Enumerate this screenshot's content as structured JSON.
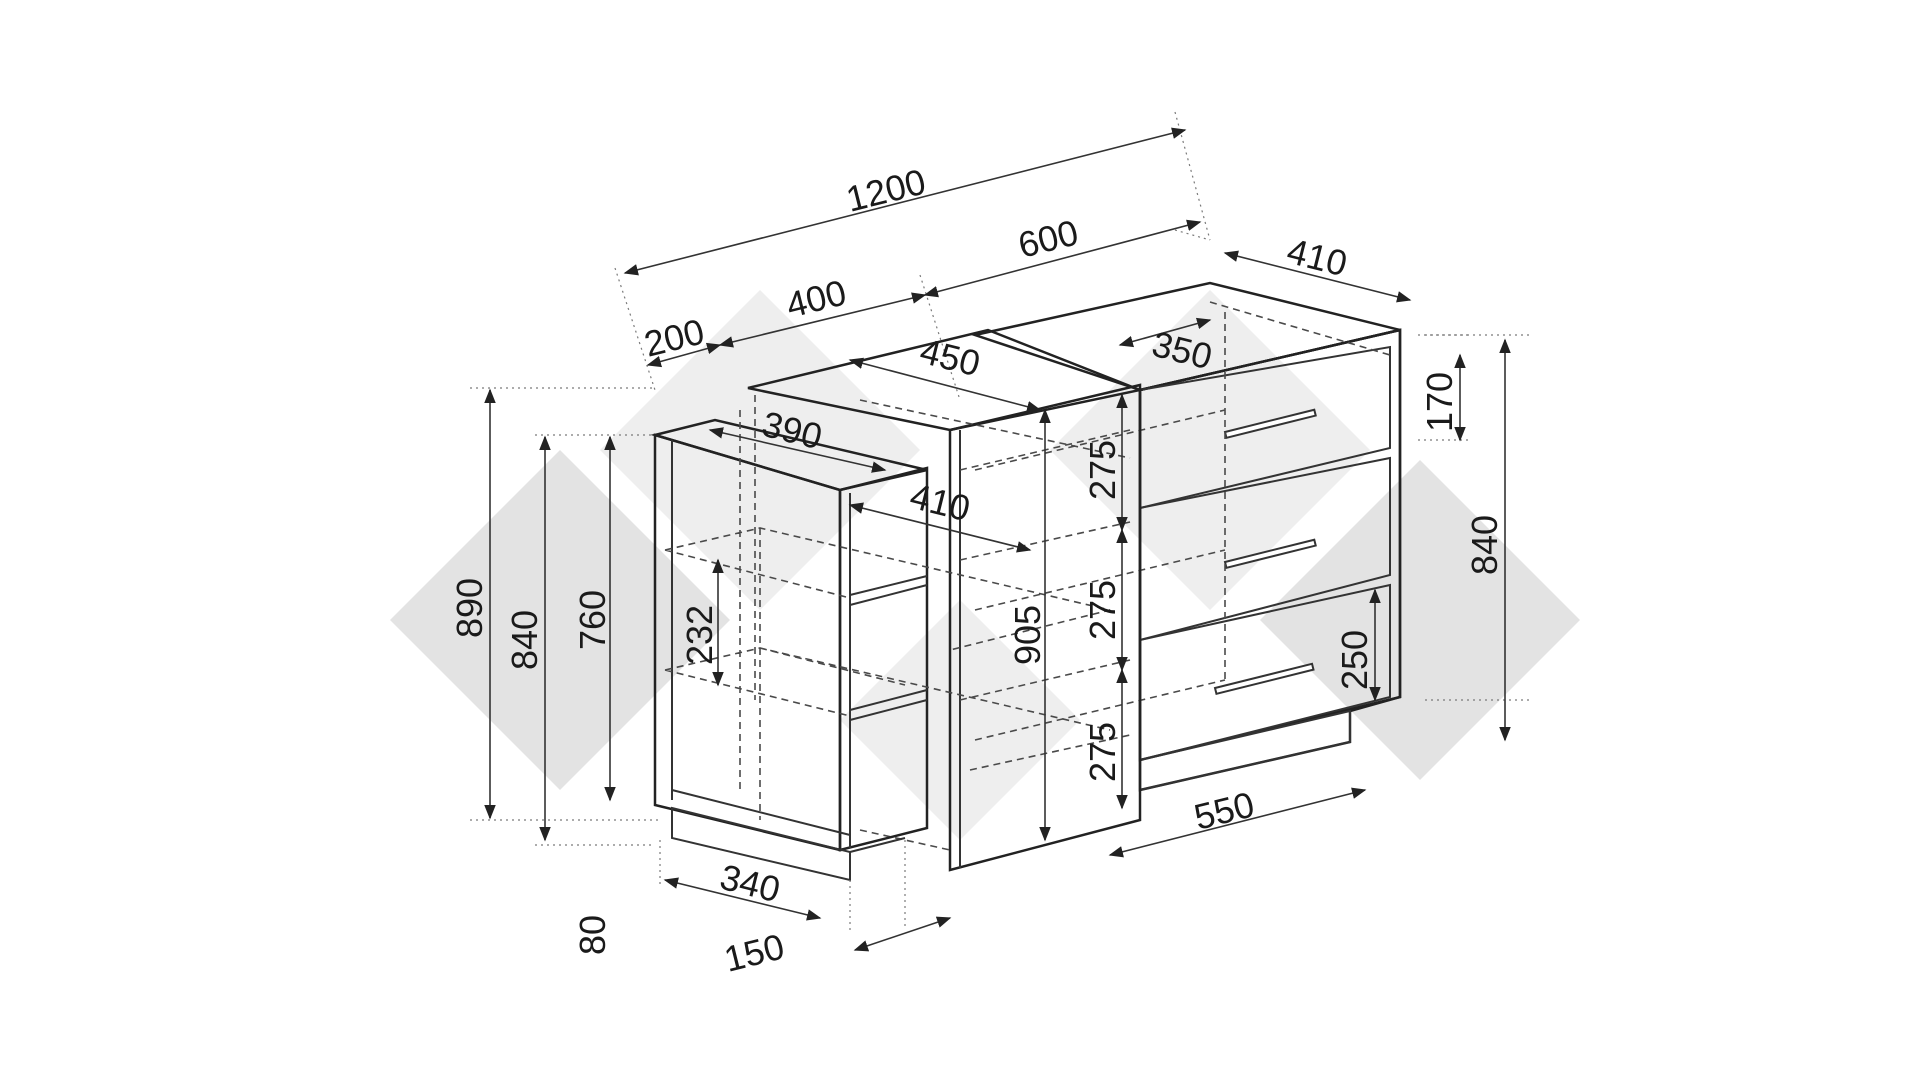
{
  "dimensions": {
    "total_length": "1200",
    "chest_length": "600",
    "chest_depth": "410",
    "left_segment": "200",
    "middle_segment": "400",
    "top_board_width": "450",
    "drawer_inner_width": "350",
    "shelf_unit_width": "390",
    "shelf_depth": "410",
    "drawer_height_top": "275",
    "drawer_height_middle": "275",
    "drawer_height_bottom": "275",
    "drawer_front_top": "170",
    "chest_height": "840",
    "drawer_front_bottom": "250",
    "chest_width_bottom": "550",
    "divider_height": "905",
    "shelf_spacing": "232",
    "total_height": "890",
    "unit_height": "840",
    "inner_height": "760",
    "plinth_height": "80",
    "plinth_depth": "340",
    "plinth_offset": "150"
  },
  "colors": {
    "lines": "#333333",
    "watermark": "#e3e3e3",
    "background": "#ffffff"
  }
}
